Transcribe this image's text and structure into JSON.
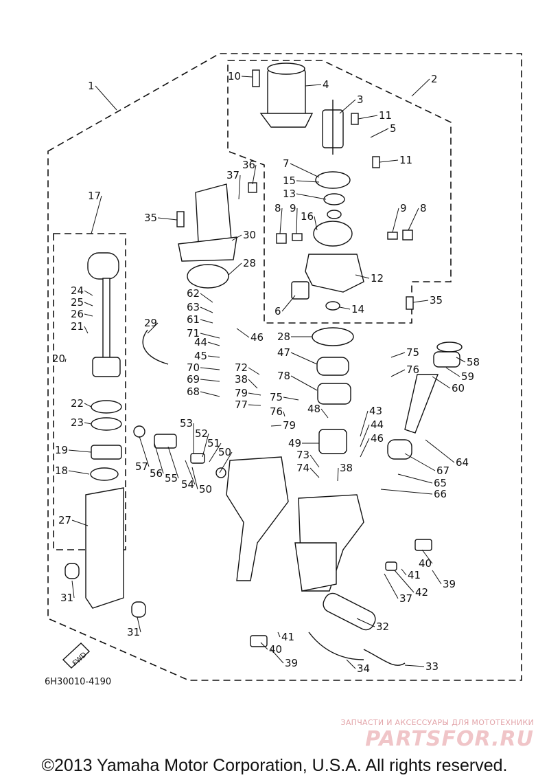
{
  "diagram": {
    "code": "6H30010-4190",
    "direction_tag": "FWD",
    "callouts": [
      {
        "id": "c1",
        "label": "1"
      },
      {
        "id": "c2",
        "label": "2"
      },
      {
        "id": "c3",
        "label": "3"
      },
      {
        "id": "c4",
        "label": "4"
      },
      {
        "id": "c5",
        "label": "5"
      },
      {
        "id": "c6",
        "label": "6"
      },
      {
        "id": "c7",
        "label": "7"
      },
      {
        "id": "c8a",
        "label": "8"
      },
      {
        "id": "c8b",
        "label": "8"
      },
      {
        "id": "c9a",
        "label": "9"
      },
      {
        "id": "c9b",
        "label": "9"
      },
      {
        "id": "c10",
        "label": "10"
      },
      {
        "id": "c11a",
        "label": "11"
      },
      {
        "id": "c11b",
        "label": "11"
      },
      {
        "id": "c12",
        "label": "12"
      },
      {
        "id": "c13",
        "label": "13"
      },
      {
        "id": "c14",
        "label": "14"
      },
      {
        "id": "c15",
        "label": "15"
      },
      {
        "id": "c16",
        "label": "16"
      },
      {
        "id": "c17",
        "label": "17"
      },
      {
        "id": "c18",
        "label": "18"
      },
      {
        "id": "c19",
        "label": "19"
      },
      {
        "id": "c20",
        "label": "20"
      },
      {
        "id": "c21",
        "label": "21"
      },
      {
        "id": "c22",
        "label": "22"
      },
      {
        "id": "c23",
        "label": "23"
      },
      {
        "id": "c24",
        "label": "24"
      },
      {
        "id": "c25",
        "label": "25"
      },
      {
        "id": "c26",
        "label": "26"
      },
      {
        "id": "c27",
        "label": "27"
      },
      {
        "id": "c28a",
        "label": "28"
      },
      {
        "id": "c28b",
        "label": "28"
      },
      {
        "id": "c29",
        "label": "29"
      },
      {
        "id": "c30",
        "label": "30"
      },
      {
        "id": "c31a",
        "label": "31"
      },
      {
        "id": "c31b",
        "label": "31"
      },
      {
        "id": "c32",
        "label": "32"
      },
      {
        "id": "c33",
        "label": "33"
      },
      {
        "id": "c34",
        "label": "34"
      },
      {
        "id": "c35a",
        "label": "35"
      },
      {
        "id": "c35b",
        "label": "35"
      },
      {
        "id": "c36",
        "label": "36"
      },
      {
        "id": "c37a",
        "label": "37"
      },
      {
        "id": "c37b",
        "label": "37"
      },
      {
        "id": "c38a",
        "label": "38"
      },
      {
        "id": "c38b",
        "label": "38"
      },
      {
        "id": "c39a",
        "label": "39"
      },
      {
        "id": "c39b",
        "label": "39"
      },
      {
        "id": "c40a",
        "label": "40"
      },
      {
        "id": "c40b",
        "label": "40"
      },
      {
        "id": "c41a",
        "label": "41"
      },
      {
        "id": "c41b",
        "label": "41"
      },
      {
        "id": "c42",
        "label": "42"
      },
      {
        "id": "c43",
        "label": "43"
      },
      {
        "id": "c44a",
        "label": "44"
      },
      {
        "id": "c44b",
        "label": "44"
      },
      {
        "id": "c45",
        "label": "45"
      },
      {
        "id": "c46a",
        "label": "46"
      },
      {
        "id": "c46b",
        "label": "46"
      },
      {
        "id": "c47",
        "label": "47"
      },
      {
        "id": "c48",
        "label": "48"
      },
      {
        "id": "c49",
        "label": "49"
      },
      {
        "id": "c50a",
        "label": "50"
      },
      {
        "id": "c50b",
        "label": "50"
      },
      {
        "id": "c51",
        "label": "51"
      },
      {
        "id": "c52",
        "label": "52"
      },
      {
        "id": "c53",
        "label": "53"
      },
      {
        "id": "c54",
        "label": "54"
      },
      {
        "id": "c55",
        "label": "55"
      },
      {
        "id": "c56",
        "label": "56"
      },
      {
        "id": "c57",
        "label": "57"
      },
      {
        "id": "c58",
        "label": "58"
      },
      {
        "id": "c59",
        "label": "59"
      },
      {
        "id": "c60",
        "label": "60"
      },
      {
        "id": "c61",
        "label": "61"
      },
      {
        "id": "c62",
        "label": "62"
      },
      {
        "id": "c63",
        "label": "63"
      },
      {
        "id": "c64",
        "label": "64"
      },
      {
        "id": "c65",
        "label": "65"
      },
      {
        "id": "c66",
        "label": "66"
      },
      {
        "id": "c67",
        "label": "67"
      },
      {
        "id": "c68",
        "label": "68"
      },
      {
        "id": "c69",
        "label": "69"
      },
      {
        "id": "c70",
        "label": "70"
      },
      {
        "id": "c71",
        "label": "71"
      },
      {
        "id": "c72",
        "label": "72"
      },
      {
        "id": "c73",
        "label": "73"
      },
      {
        "id": "c74",
        "label": "74"
      },
      {
        "id": "c75a",
        "label": "75"
      },
      {
        "id": "c75b",
        "label": "75"
      },
      {
        "id": "c76a",
        "label": "76"
      },
      {
        "id": "c76b",
        "label": "76"
      },
      {
        "id": "c77",
        "label": "77"
      },
      {
        "id": "c78",
        "label": "78"
      },
      {
        "id": "c79a",
        "label": "79"
      },
      {
        "id": "c79b",
        "label": "79"
      }
    ]
  },
  "watermark": {
    "tagline": "ЗАПЧАСТИ И АКСЕССУАРЫ ДЛЯ МОТОТЕХНИКИ",
    "brand": "PARTSFOR.RU"
  },
  "copyright": "©2013 Yamaha Motor Corporation, U.S.A. All rights reserved."
}
